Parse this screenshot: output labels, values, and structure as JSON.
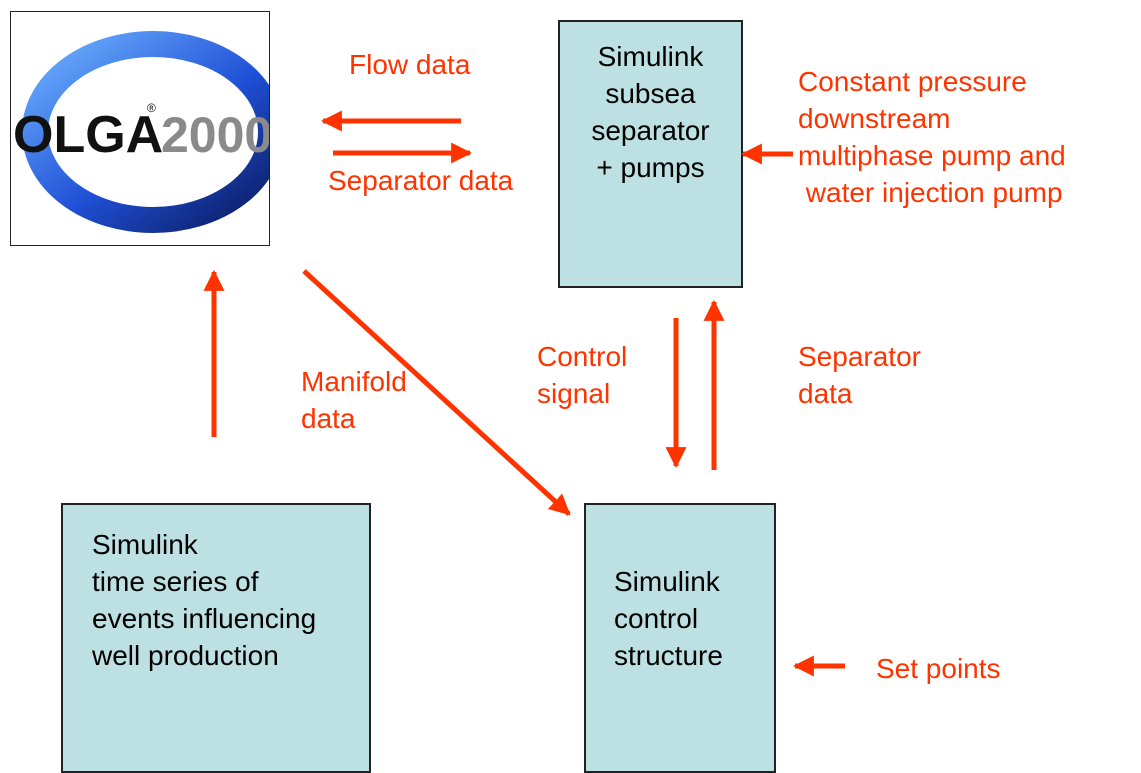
{
  "logo": {
    "text": "OLGA",
    "version": "2000",
    "registered": "®"
  },
  "boxes": {
    "separator": [
      "Simulink",
      "subsea",
      "separator",
      "+ pumps"
    ],
    "well": [
      "Simulink",
      "time series of",
      "events influencing",
      "well production"
    ],
    "control": [
      "Simulink",
      "control",
      "structure"
    ]
  },
  "labels": {
    "flow_data": "Flow data",
    "separator_data_top": "Separator data",
    "constant_pressure": [
      "Constant pressure",
      "downstream",
      "multiphase pump and",
      " water injection pump"
    ],
    "manifold_data": [
      "Manifold",
      "data"
    ],
    "control_signal": [
      "Control",
      "signal"
    ],
    "separator_data_right": [
      "Separator",
      "data"
    ],
    "set_points": "Set points"
  },
  "colors": {
    "arrow": "#ff3300",
    "box_fill": "#bde0e3",
    "box_border": "#222222"
  }
}
